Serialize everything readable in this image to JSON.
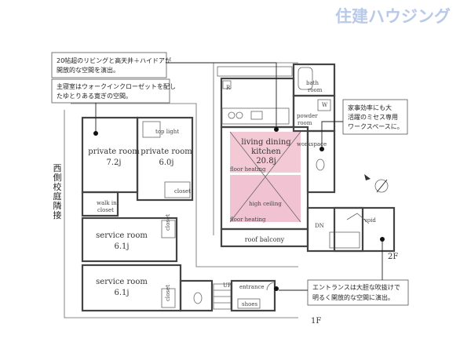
{
  "brand": {
    "text": "住建ハウジング",
    "color": "#b9c9e8"
  },
  "callouts": {
    "living": [
      "20帖超のリビングと高天井＋ハイドアが",
      "開放的な空間を演出。"
    ],
    "bedroom": [
      "主寝室はウォークインクローゼットを配し",
      "たゆとりある寛ぎの空間。"
    ],
    "workspace": [
      "家事効率にも大",
      "活躍のミセス専用",
      "ワークスペースに。"
    ],
    "entrance": [
      "エントランスは大胆な吹抜けで",
      "明るく開放的な空間に演出。"
    ]
  },
  "side_note": [
    "西",
    "側",
    "校",
    "庭",
    "隣",
    "接"
  ],
  "rooms": {
    "private1": {
      "name": "private room",
      "size": "7.2j"
    },
    "private2": {
      "name": "private room",
      "size": "6.0j"
    },
    "top_light": "top light",
    "closet": "closet",
    "walk_in": [
      "walk in",
      "closet"
    ],
    "service1": {
      "name": "service room",
      "size": "6.1j"
    },
    "service2": {
      "name": "service room",
      "size": "6.1j"
    },
    "ldk": {
      "name": [
        "living dining",
        "kitchen"
      ],
      "size": "20.8j"
    },
    "floor_heating": "floor heating",
    "high_ceiling": "high ceiling",
    "roof_balcony": "roof balcony",
    "bath": [
      "bath",
      "room"
    ],
    "powder": [
      "powder",
      "room"
    ],
    "workspace": "workspace",
    "void": "void",
    "entrance": "entrance",
    "shoes": "shoes",
    "up": "UP",
    "dn": "DN",
    "r": "R",
    "w": "W"
  },
  "floors": {
    "first": "1F",
    "second": "2F"
  },
  "colors": {
    "pink": "#f3c9d6",
    "pink_dark": "#eeb3c6",
    "wall": "#444444",
    "accent_red": "#b83a3a"
  }
}
